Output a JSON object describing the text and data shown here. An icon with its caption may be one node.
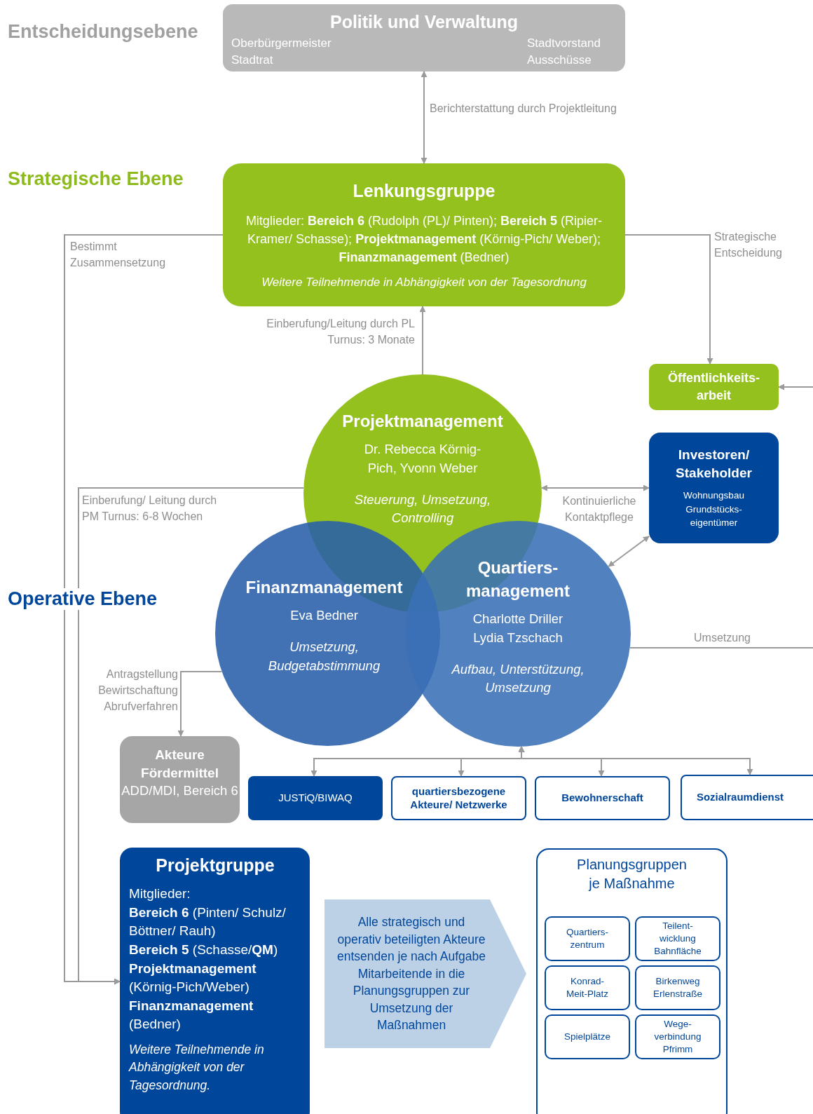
{
  "diagram": {
    "nodes": [
      {
        "text": [
          "Politik und Verwaltung",
          "Oberbürgermeister",
          "Stadtrat",
          "Stadtvorstand",
          "Ausschüsse"
        ]
      },
      {
        "text": [
          "Lenkungsgruppe",
          "Mitglieder: **Bereich 6** (Rudolph (PL)/ Pinten); **Bereich 5** (Ripier-Kramer/ Schasse);  **Projektmanagement** (Körnig-Pich/ Weber); **Finanzmanagement** (Bedner)",
          "Weitere Teilnehmende in Abhängigkeit von der Tagesordnung"
        ]
      },
      {
        "text": [
          "Öffentlichkeits-arbeit"
        ]
      },
      {
        "text": [
          "Investoren/ Stakeholder",
          "Wohnungsbau Grundstücks-eigentümer"
        ]
      },
      {
        "text": [
          "Projektmanagement",
          "Dr. Rebecca Körnig-Pich, Yvonn Weber",
          "Steuerung, Umsetzung, Controlling"
        ]
      },
      {
        "text": [
          "Finanzmanagement",
          "Eva Bedner",
          "Umsetzung, Budgetabstimmung"
        ]
      },
      {
        "text": [
          "Quartiers-management",
          "Charlotte Driller Lydia Tzschach",
          "Aufbau, Unterstützung, Umsetzung"
        ]
      },
      {
        "text": [
          "Akteure Fördermittel",
          "ADD/MDI, Bereich 6"
        ]
      },
      {
        "text": [
          "JUSTiQ/BIWAQ"
        ]
      },
      {
        "text": [
          "quartiersbezogene Akteure/ Netzwerke"
        ]
      },
      {
        "text": [
          "Bewohnerschaft"
        ]
      },
      {
        "text": [
          "Sozialraumdienst"
        ]
      },
      {
        "text": [
          "Projektgruppe",
          "Mitglieder:",
          "**Bereich 6** (Pinten/ Schulz/ Böttner/ Rauh)",
          "**Bereich 5** (Schasse/**QM**)",
          "**Projektmanagement** (Körnig-Pich/Weber)",
          "**Finanzmanagement** (Bedner)",
          "Weitere Teilnehmende in Abhängigkeit von der Tagesordnung."
        ]
      },
      {
        "text": [
          "Alle strategisch und operativ beteiligten Akteure entsenden je nach Aufgabe Mitarbeitende in die Planungsgruppen zur Umsetzung der Maßnahmen"
        ]
      },
      {
        "text": [
          "Planungsgruppen je Maßnahme"
        ]
      },
      {
        "text": [
          "Quartiers-zentrum"
        ],
        "in": 14
      },
      {
        "text": [
          "Teilent-wicklung Bahnfläche"
        ],
        "in": 14
      },
      {
        "text": [
          "Konrad-Meit-Platz"
        ],
        "in": 14
      },
      {
        "text": [
          "Birkenweg Erlenstraße"
        ],
        "in": 14
      },
      {
        "text": [
          "Spielplätze"
        ],
        "in": 14
      },
      {
        "text": [
          "Wege-verbindung Pfrimm"
        ],
        "in": 14
      }
    ],
    "edges": [
      {
        "from": 0,
        "to": 1,
        "arrow": "both",
        "label": "Berichterstattung durch Projektleitung"
      },
      {
        "from": 4,
        "to": 1,
        "arrow": "to",
        "label": "Einberufung/Leitung durch PL Turnus: 3 Monate"
      },
      {
        "from": 1,
        "to": 2,
        "arrow": "to",
        "label": "Strategische Entscheidung"
      },
      {
        "from": null,
        "to": 2,
        "arrow": "to"
      },
      {
        "from": 1,
        "to": 12,
        "arrow": "to",
        "label": "Bestimmt Zusammensetzung"
      },
      {
        "from": 4,
        "to": 12,
        "arrow": "to",
        "label": "Einberufung/ Leitung durch PM Turnus: 6-8 Wochen"
      },
      {
        "from": 4,
        "to": 3,
        "arrow": "both",
        "label": "Kontinuierliche Kontaktpflege"
      },
      {
        "from": 6,
        "to": 3,
        "arrow": "both"
      },
      {
        "from": 5,
        "to": 7,
        "arrow": "to",
        "label": "Antragstellung Bewirtschaftung Abrufverfahren"
      },
      {
        "from": 6,
        "to": null,
        "arrow": "none",
        "label": "Umsetzung"
      },
      {
        "from": 6,
        "to": 8,
        "arrow": "both"
      },
      {
        "from": 6,
        "to": 9,
        "arrow": "both"
      },
      {
        "from": 6,
        "to": 10,
        "arrow": "both"
      },
      {
        "from": 6,
        "to": 11,
        "arrow": "both"
      }
    ],
    "labels": [
      "Entscheidungsebene",
      "Strategische Ebene",
      "Operative Ebene"
    ]
  }
}
